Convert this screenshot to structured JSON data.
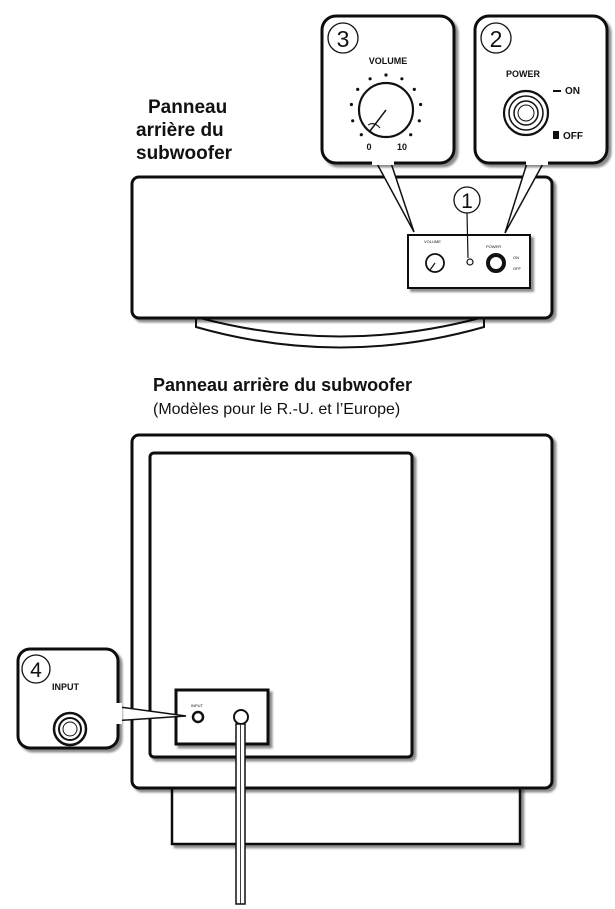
{
  "top_section": {
    "title_lines": [
      "Panneau",
      "arrière du",
      "subwoofer"
    ],
    "callout_volume": {
      "number": "3",
      "label": "VOLUME",
      "scale_min": "0",
      "scale_max": "10"
    },
    "callout_power": {
      "number": "2",
      "label": "POWER",
      "on_label": "ON",
      "off_label": "OFF"
    },
    "indicator_number": "1",
    "panel_small_labels": {
      "volume": "VOLUME",
      "power": "POWER",
      "on": "ON",
      "off": "OFF"
    }
  },
  "bottom_section": {
    "title": "Panneau arrière du subwoofer",
    "subtitle": "(Modèles pour le R.-U. et l’Europe)",
    "callout_input": {
      "number": "4",
      "label": "INPUT"
    },
    "panel_small_label": "INPUT"
  },
  "colors": {
    "line": "#111111",
    "background": "#ffffff"
  }
}
